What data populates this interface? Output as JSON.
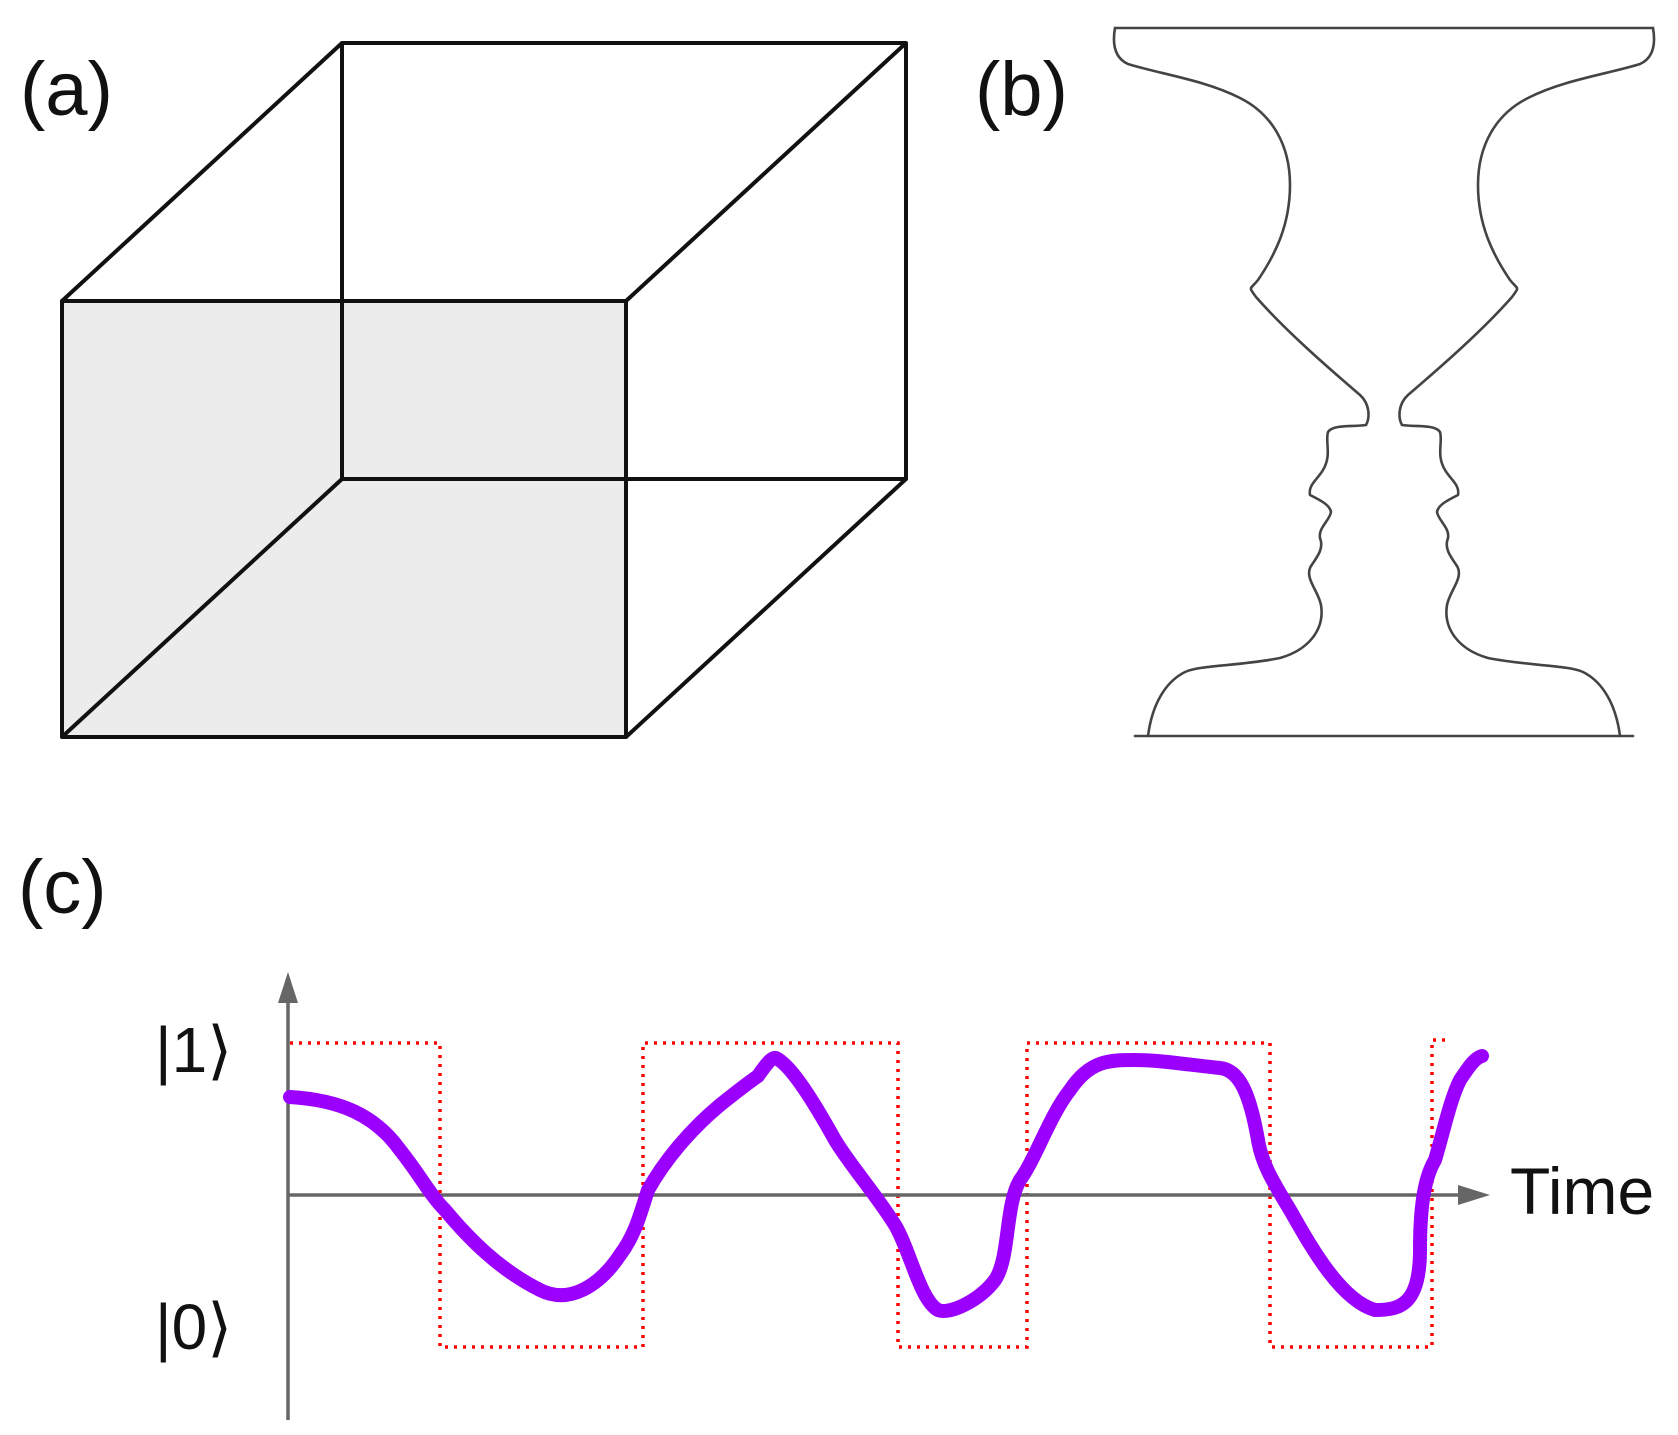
{
  "panels": {
    "a": {
      "label": "(a)"
    },
    "b": {
      "label": "(b)"
    },
    "c": {
      "label": "(c)"
    }
  },
  "panel_c": {
    "state_one": "|1⟩",
    "state_zero": "|0⟩",
    "axis_label": "Time"
  },
  "colors": {
    "line": "#111111",
    "cube_shade": "#ececec",
    "wave": "#9b00ff",
    "dotted": "#ff0000",
    "axis": "#666666"
  },
  "icons": {
    "cube": "necker-cube",
    "vase": "rubin-vase",
    "wave": "oscillating-signal"
  }
}
